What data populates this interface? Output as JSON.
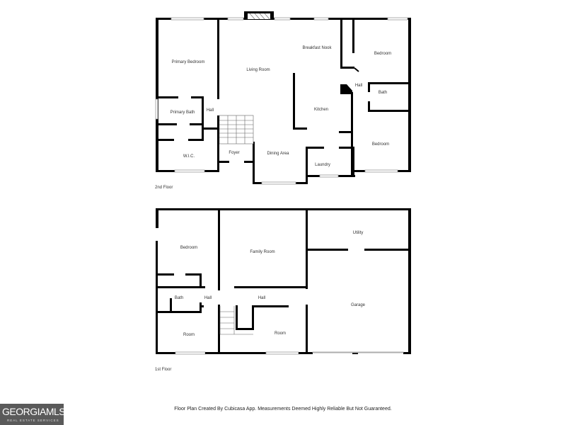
{
  "floor2": {
    "label": "2nd Floor",
    "rooms": {
      "primary_bedroom": "Primary Bedroom",
      "living_room": "Living Room",
      "breakfast_nook": "Breakfast Nook",
      "bedroom_1": "Bedroom",
      "hall_right": "Hall",
      "bath": "Bath",
      "primary_bath": "Primary Bath",
      "hall_left": "Hall",
      "kitchen": "Kitchen",
      "wic": "W.I.C.",
      "foyer": "Foyer",
      "dining_area": "Dining Area",
      "laundry": "Laundry",
      "bedroom_2": "Bedroom"
    }
  },
  "floor1": {
    "label": "1st Floor",
    "rooms": {
      "bedroom": "Bedroom",
      "family_room": "Family Room",
      "utility": "Utility",
      "bath": "Bath",
      "hall_small": "Hall",
      "hall": "Hall",
      "garage": "Garage",
      "room_left": "Room",
      "room_right": "Room"
    }
  },
  "footer": {
    "disclaimer": "Floor Plan Created By Cubicasa App. Measurements Deemed Highly Reliable But Not Guaranteed."
  },
  "logo": {
    "name": "GEORGIAMLS",
    "tagline": "REAL ESTATE SERVICES"
  }
}
